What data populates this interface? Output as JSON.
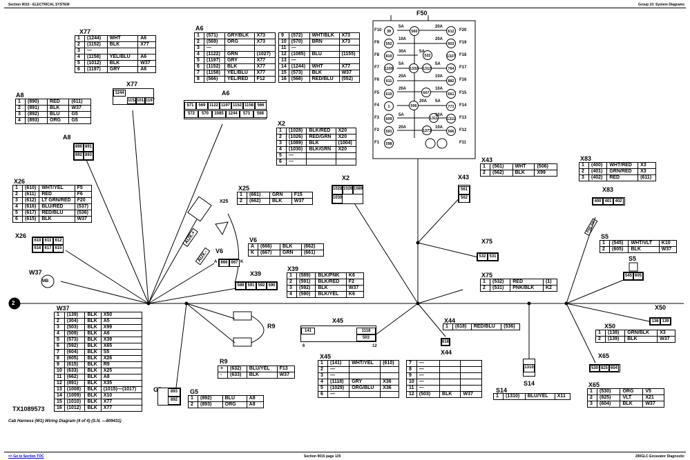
{
  "header": {
    "left": "Section 9015 - ELECTRICAL SYSTEM",
    "right": "Group 10: System Diagrams"
  },
  "footer": {
    "left": "<< Go to Section TOC",
    "center": "Section 9015 page 125",
    "right": "290GLC Excavator Diagnostic"
  },
  "figure_id": "TX1089573",
  "caption": "Cab Harness (W1) Wiring Diagram (4 of 4) (S.N. —809431)",
  "labels": {
    "x77": "X77",
    "a6": "A6",
    "a8": "A8",
    "x2": "X2",
    "f50": "F50",
    "x26": "X26",
    "x25": "X25",
    "v6": "V6",
    "w37": "W37",
    "x39": "X39",
    "x43": "X43",
    "x83": "X83",
    "s5": "S5",
    "x75": "X75",
    "x50": "X50",
    "x45": "X45",
    "x44": "X44",
    "x65": "X65",
    "r9": "R9",
    "g5": "G5",
    "s14": "S14",
    "aux_plus": "AUX.+",
    "aux_minus": "AUX.-",
    "pse_sw": "PSE SW",
    "mb": "MB",
    "w37_marker": "2"
  },
  "tables": {
    "x77": [
      [
        "1",
        "(1244)",
        "WHT",
        "A6"
      ],
      [
        "2",
        "(1152)",
        "BLK",
        "X77"
      ],
      [
        "3",
        "—",
        "",
        ""
      ],
      [
        "4",
        "(1158)",
        "YEL/BLU",
        "A6"
      ],
      [
        "5",
        "(1012)",
        "BLK",
        "W37"
      ],
      [
        "6",
        "(1197)",
        "GRY",
        "A6"
      ]
    ],
    "a6_left": [
      [
        "1",
        "(571)",
        "GRY/BLK",
        "X73"
      ],
      [
        "2",
        "(569)",
        "ORG",
        "X73"
      ],
      [
        "3",
        "—",
        "",
        ""
      ],
      [
        "4",
        "(1122)",
        "GRN",
        "(1027)"
      ],
      [
        "5",
        "(1197)",
        "GRY",
        "X77"
      ],
      [
        "6",
        "(1152)",
        "BLK",
        "X77"
      ],
      [
        "7",
        "(1158)",
        "YEL/BLU",
        "X77"
      ],
      [
        "8",
        "(566)",
        "YEL/RED",
        "F12"
      ]
    ],
    "a6_right": [
      [
        "9",
        "(572)",
        "WHT/BLK",
        "X73"
      ],
      [
        "10",
        "(570)",
        "BRN",
        "X73"
      ],
      [
        "11",
        "—",
        "",
        ""
      ],
      [
        "12",
        "(1085)",
        "BLU",
        "(1155)"
      ],
      [
        "13",
        "—",
        "",
        ""
      ],
      [
        "14",
        "(1244)",
        "WHT",
        "X77"
      ],
      [
        "15",
        "(573)",
        "BLK",
        "W37"
      ],
      [
        "16",
        "(568)",
        "RED/BLU",
        "(552)"
      ]
    ],
    "a8": [
      [
        "1",
        "(890)",
        "RED",
        "(611)"
      ],
      [
        "2",
        "(891)",
        "BLK",
        "W37"
      ],
      [
        "3",
        "(892)",
        "BLU",
        "G5"
      ],
      [
        "4",
        "(893)",
        "ORG",
        "G5"
      ]
    ],
    "x2": [
      [
        "1",
        "(1028)",
        "BLK/RED",
        "X20"
      ],
      [
        "2",
        "(1026)",
        "RED/GRN",
        "X20"
      ],
      [
        "3",
        "(1089)",
        "BLK",
        "(1004)"
      ],
      [
        "4",
        "(1030)",
        "BLK/GRN",
        "X20"
      ],
      [
        "5",
        "—",
        "",
        ""
      ],
      [
        "6",
        "—",
        "",
        ""
      ]
    ],
    "x26": [
      [
        "1",
        "(610)",
        "WHT/YEL",
        "F5"
      ],
      [
        "2",
        "(611)",
        "RED",
        "F6"
      ],
      [
        "3",
        "(612)",
        "LT GRN/RED",
        "F20"
      ],
      [
        "4",
        "(616)",
        "BLU/RED",
        "(537)"
      ],
      [
        "5",
        "(617)",
        "RED/BLU",
        "(536)"
      ],
      [
        "6",
        "(615)",
        "BLK",
        "W37"
      ]
    ],
    "x25": [
      [
        "1",
        "(661)",
        "GRN",
        "F15"
      ],
      [
        "2",
        "(662)",
        "BLK",
        "W37"
      ]
    ],
    "v6": [
      [
        "A",
        "(666)",
        "BLK",
        "(662)"
      ],
      [
        "K",
        "(667)",
        "GRN",
        "(661)"
      ]
    ],
    "x39": [
      [
        "1",
        "(589)",
        "BLK/PNK",
        "K6"
      ],
      [
        "2",
        "(591)",
        "BLK/RED",
        "F2"
      ],
      [
        "3",
        "(592)",
        "BLK",
        "W37"
      ],
      [
        "4",
        "(590)",
        "BLK/YEL",
        "K6"
      ]
    ],
    "x43": [
      [
        "1",
        "(561)",
        "WHT",
        "(506)"
      ],
      [
        "2",
        "(562)",
        "BLK",
        "X99"
      ]
    ],
    "x83": [
      [
        "1",
        "(400)",
        "WHT/RED",
        "X3"
      ],
      [
        "2",
        "(401)",
        "GRN/RED",
        "X3"
      ],
      [
        "3",
        "(402)",
        "RED",
        "(611)"
      ]
    ],
    "s5": [
      [
        "1",
        "(545)",
        "WHT/VLT",
        "K10"
      ],
      [
        "2",
        "(605)",
        "BLK",
        "W37"
      ]
    ],
    "x75": [
      [
        "1",
        "(532)",
        "RED",
        "(1)"
      ],
      [
        "2",
        "(531)",
        "PNK/BLK",
        "K2"
      ]
    ],
    "x50": [
      [
        "1",
        "(138)",
        "GRN/BLK",
        "X3"
      ],
      [
        "2",
        "(139)",
        "BLK",
        "W37"
      ]
    ],
    "x44": [
      [
        "1",
        "(618)",
        "RED/BLU",
        "(536)"
      ]
    ],
    "w37": [
      [
        "1",
        "(139)",
        "BLK",
        "X50"
      ],
      [
        "2",
        "(304)",
        "BLK",
        "A5"
      ],
      [
        "3",
        "(503)",
        "BLK",
        "X99"
      ],
      [
        "4",
        "(509)",
        "BLK",
        "A6"
      ],
      [
        "5",
        "(573)",
        "BLK",
        "X39"
      ],
      [
        "6",
        "(592)",
        "BLK",
        "X65"
      ],
      [
        "7",
        "(604)",
        "BLK",
        "S5"
      ],
      [
        "8",
        "(605)",
        "BLK",
        "X26"
      ],
      [
        "9",
        "(615)",
        "BLK",
        "R9"
      ],
      [
        "10",
        "(633)",
        "BLK",
        "X25"
      ],
      [
        "11",
        "(662)",
        "BLK",
        "A8"
      ],
      [
        "12",
        "(891)",
        "BLK",
        "X35"
      ],
      [
        "13",
        "(1008)",
        "BLK",
        "(1015)—(1017)"
      ],
      [
        "14",
        "(1009)",
        "BLK",
        "X10"
      ],
      [
        "15",
        "(1010)",
        "BLK",
        "X77"
      ],
      [
        "16",
        "(1012)",
        "BLK",
        "X77"
      ]
    ],
    "r9": [
      [
        "+",
        "(632)",
        "BLU/YEL",
        "F13"
      ],
      [
        "-",
        "(633)",
        "BLK",
        "W37"
      ]
    ],
    "g5": [
      [
        "1",
        "(892)",
        "BLU",
        "A8"
      ],
      [
        "2",
        "(893)",
        "ORG",
        "A8"
      ]
    ],
    "x45_left": [
      [
        "1",
        "(141)",
        "WHT/YEL",
        "(610)"
      ],
      [
        "2",
        "—",
        "",
        ""
      ],
      [
        "3",
        "—",
        "",
        ""
      ],
      [
        "4",
        "(1118)",
        "GRY",
        "X36"
      ],
      [
        "5",
        "(1029)",
        "ORG/BLU",
        "X36"
      ],
      [
        "6",
        "—",
        "",
        ""
      ]
    ],
    "x45_right": [
      [
        "7",
        "—",
        "",
        ""
      ],
      [
        "8",
        "—",
        "",
        ""
      ],
      [
        "9",
        "—",
        "",
        ""
      ],
      [
        "10",
        "—",
        "",
        ""
      ],
      [
        "11",
        "—",
        "",
        ""
      ],
      [
        "12",
        "(503)",
        "BLK",
        "W37"
      ]
    ],
    "s14": [
      [
        "1",
        "(1310)",
        "BLU/YEL",
        "X11"
      ]
    ],
    "x65": [
      [
        "1",
        "(530)",
        "ORG",
        "V5"
      ],
      [
        "2",
        "(825)",
        "VLT",
        "X21"
      ],
      [
        "3",
        "(604)",
        "BLK",
        "W37"
      ]
    ]
  },
  "connectors": {
    "x77_pins": [
      "1244",
      "1152",
      "1012",
      "1197"
    ],
    "a6_top": [
      "571",
      "569",
      "1122",
      "1197",
      "1152",
      "1158",
      "566"
    ],
    "a6_bottom": [
      "572",
      "570",
      "1085",
      "1244",
      "573",
      "568"
    ],
    "a8_pins": [
      "890",
      "891",
      "892",
      "893"
    ],
    "x2_pins": [
      "1028",
      "1026",
      "1089",
      "1030"
    ],
    "x26_pins": [
      "610",
      "611",
      "612",
      "616",
      "617",
      "615"
    ],
    "v6_pins": [
      "666",
      "667"
    ],
    "x39_pins": [
      "589",
      "591",
      "592",
      "590"
    ],
    "x43_pins": [
      "561",
      "562"
    ],
    "x83_pins": [
      "400",
      "401",
      "402"
    ],
    "x75_pins": [
      "532",
      "531"
    ],
    "s5_pins": [
      "545",
      "605"
    ],
    "x50_pins": [
      "138",
      "139"
    ],
    "x45_pins": [
      "141",
      "1118",
      "503"
    ],
    "x44_pins": [
      "618"
    ],
    "s14_pins": [
      "1310"
    ],
    "x65_pins": [
      "530",
      "825",
      "604"
    ],
    "g5_pins": [
      "893",
      "892"
    ]
  },
  "f50": {
    "amps": [
      "5A",
      "10A",
      "30A",
      "5A",
      "20A",
      "20A",
      "5A",
      "20A",
      "20A",
      "20A",
      "5A",
      "10A",
      "10A",
      "5A",
      "10A",
      "10A",
      "5A",
      "20A"
    ],
    "left_labels": [
      "F10",
      "F9",
      "F8",
      "F7",
      "F6",
      "F5",
      "F4",
      "F3",
      "F2",
      "F1"
    ],
    "right_labels": [
      "F20",
      "F19",
      "F18",
      "F17",
      "F16",
      "F15",
      "F14",
      "F13",
      "F12",
      "F11"
    ],
    "left_wires": [
      "39",
      "552",
      "810",
      "1159",
      "611",
      "610",
      "1",
      "609",
      "591",
      "598"
    ],
    "right_wires": [
      "612",
      "603",
      "1327",
      "764",
      "882",
      "661",
      "771",
      "1311",
      "566"
    ],
    "center_wires": [
      "560",
      "1332",
      "1312",
      "522",
      "607",
      "506",
      "1373",
      "1311"
    ]
  }
}
